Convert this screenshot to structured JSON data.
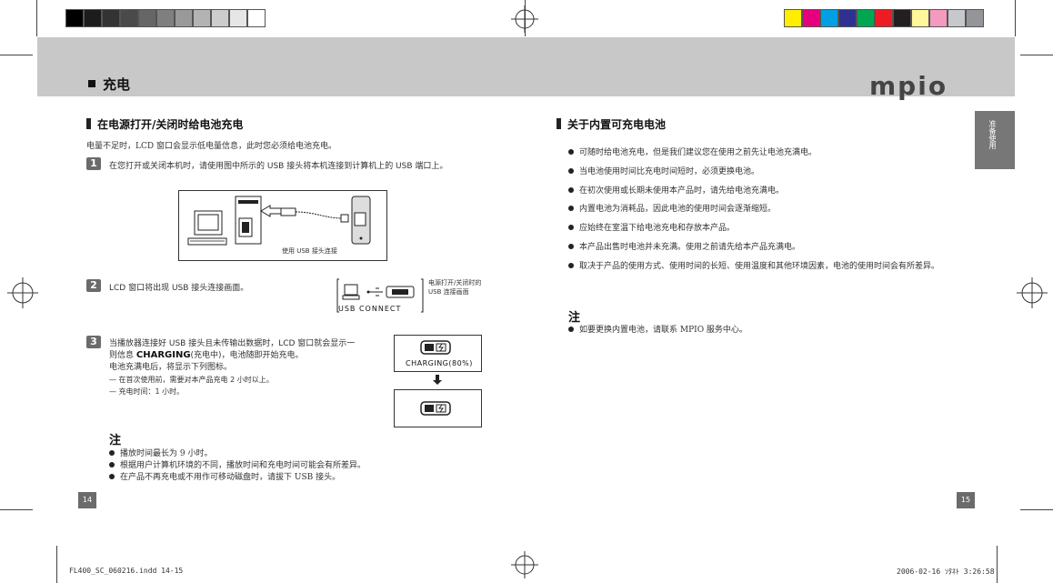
{
  "swatches": {
    "gray": [
      "#000000",
      "#1c1c1c",
      "#333333",
      "#4a4a4a",
      "#666666",
      "#7f7f7f",
      "#999999",
      "#b3b3b3",
      "#cccccc",
      "#e6e6e6",
      "#ffffff"
    ],
    "color": [
      "#ffee00",
      "#e6007e",
      "#00a0e3",
      "#2e3192",
      "#00a651",
      "#ed1c24",
      "#231f20",
      "#fff799",
      "#f49ac1",
      "#c7c8ca",
      "#939598"
    ]
  },
  "header": {
    "title": "充电",
    "logo": "mpio"
  },
  "left": {
    "section_title": "在电源打开/关闭时给电池充电",
    "intro": "电量不足时，LCD 窗口会显示低电量信息，此时您必须给电池充电。",
    "step1": {
      "num": "1",
      "text": "在您打开或关闭本机时，请使用图中所示的 USB 接头将本机连接到计算机上的 USB 端口上。"
    },
    "figure1_caption": "使用 USB 接头连接",
    "step2": {
      "num": "2",
      "text": "LCD 窗口将出现 USB 接头连接画面。"
    },
    "usb_screen": {
      "label": "USB CONNECT",
      "caption_line1": "电源打开/关闭时的",
      "caption_line2": "USB 连接画面"
    },
    "step3": {
      "num": "3",
      "line1": "当播放器连接好 USB 接头且未传输出数据时，LCD 窗口就会显示一",
      "line2_pre": "则信息 ",
      "line2_bold": "CHARGING",
      "line2_post": "(充电中)，电池随即开始充电。",
      "line3": "电池充满电后，将显示下列图标。",
      "dash1": "— 在首次使用前，需要对本产品充电 2 小时以上。",
      "dash2": "— 充电时间：1 小时。"
    },
    "charging_screen": {
      "label": "CHARGING(80%)"
    },
    "note": {
      "title": "注",
      "items": [
        "播放时间最长为 9 小时。",
        "根据用户计算机环境的不同，播放时间和充电时间可能会有所差异。",
        "在产品不再充电或不用作可移动磁盘时，请拔下 USB 接头。"
      ]
    },
    "page_number": "14"
  },
  "right": {
    "section_title": "关于内置可充电电池",
    "bullets": [
      "可随时给电池充电，但是我们建议您在使用之前先让电池充满电。",
      "当电池使用时间比充电时间短时，必须更换电池。",
      "在初次使用或长期未使用本产品时，请先给电池充满电。",
      "内置电池为消耗品，因此电池的使用时间会逐渐缩短。",
      "应始终在室温下给电池充电和存放本产品。",
      "本产品出售时电池并未充满。使用之前请先给本产品充满电。",
      "取决于产品的使用方式、使用时间的长短、使用温度和其他环境因素，电池的使用时间会有所差异。"
    ],
    "note": {
      "title": "注",
      "items": [
        "如要更换内置电池，请联系 MPIO 服务中心。"
      ]
    },
    "side_tab": "准备使用",
    "page_number": "15"
  },
  "footer": {
    "file": "FL400_SC_060216.indd    14-15",
    "timestamp": "2006-02-16   ｿﾀﾈﾄ 3:26:58"
  }
}
